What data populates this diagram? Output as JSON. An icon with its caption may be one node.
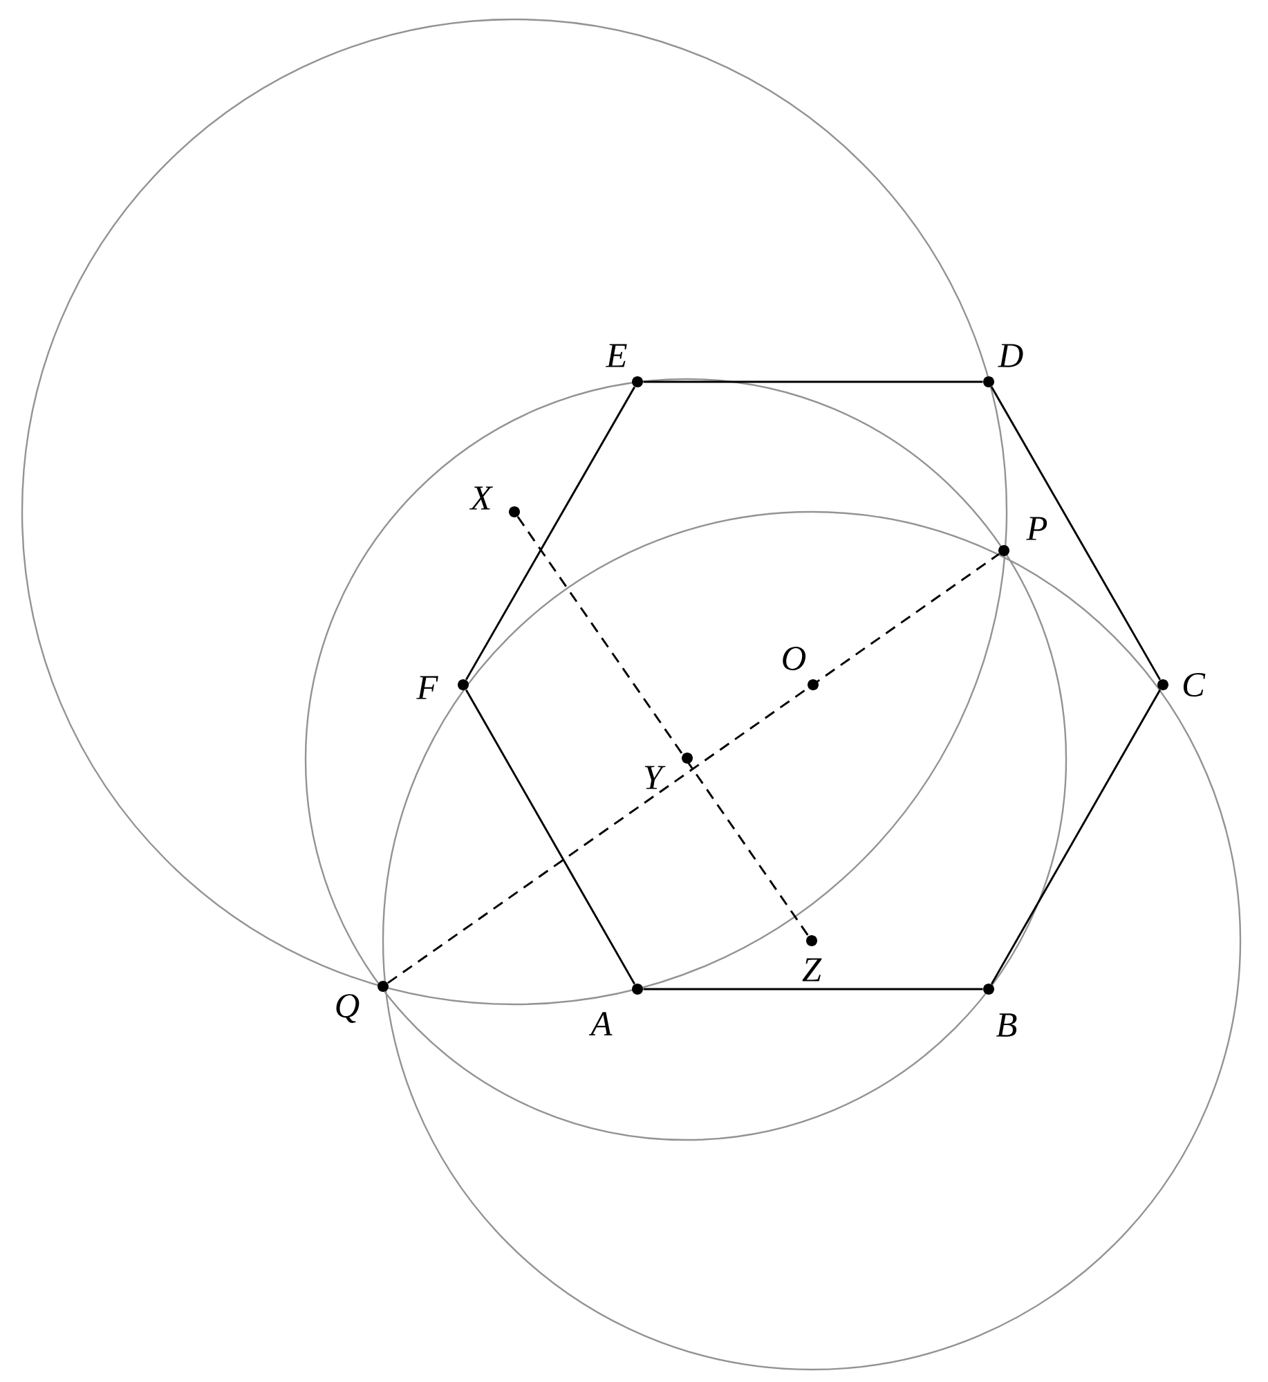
{
  "diagram": {
    "nodes": [
      {
        "text": [],
        "shape": "circle",
        "beside": [
          "E"
        ]
      },
      {
        "text": [],
        "shape": "circle",
        "beside": [
          "D"
        ]
      },
      {
        "text": [],
        "shape": "circle",
        "beside": [
          "X"
        ]
      },
      {
        "text": [],
        "shape": "circle",
        "beside": [
          "P"
        ]
      },
      {
        "text": [],
        "shape": "circle",
        "beside": [
          "O"
        ]
      },
      {
        "text": [],
        "shape": "circle",
        "beside": [
          "F"
        ]
      },
      {
        "text": [],
        "shape": "circle",
        "beside": [
          "C"
        ]
      },
      {
        "text": [],
        "shape": "circle",
        "beside": [
          "Y"
        ]
      },
      {
        "text": [],
        "shape": "circle",
        "beside": [
          "Z"
        ]
      },
      {
        "text": [],
        "shape": "circle",
        "beside": [
          "Q"
        ]
      },
      {
        "text": [],
        "shape": "circle",
        "beside": [
          "A"
        ]
      },
      {
        "text": [],
        "shape": "circle",
        "beside": [
          "B"
        ]
      }
    ],
    "edges": [
      {
        "from": 10,
        "to": 11,
        "arrow": "none"
      },
      {
        "from": 11,
        "to": 6,
        "arrow": "none"
      },
      {
        "from": 6,
        "to": 1,
        "arrow": "none"
      },
      {
        "from": 1,
        "to": 0,
        "arrow": "none"
      },
      {
        "from": 0,
        "to": 5,
        "arrow": "none"
      },
      {
        "from": 5,
        "to": 10,
        "arrow": "none"
      },
      {
        "from": 9,
        "to": 3,
        "arrow": "none",
        "style": "dashed"
      },
      {
        "from": 2,
        "to": 8,
        "arrow": "none",
        "style": "dashed"
      }
    ]
  }
}
